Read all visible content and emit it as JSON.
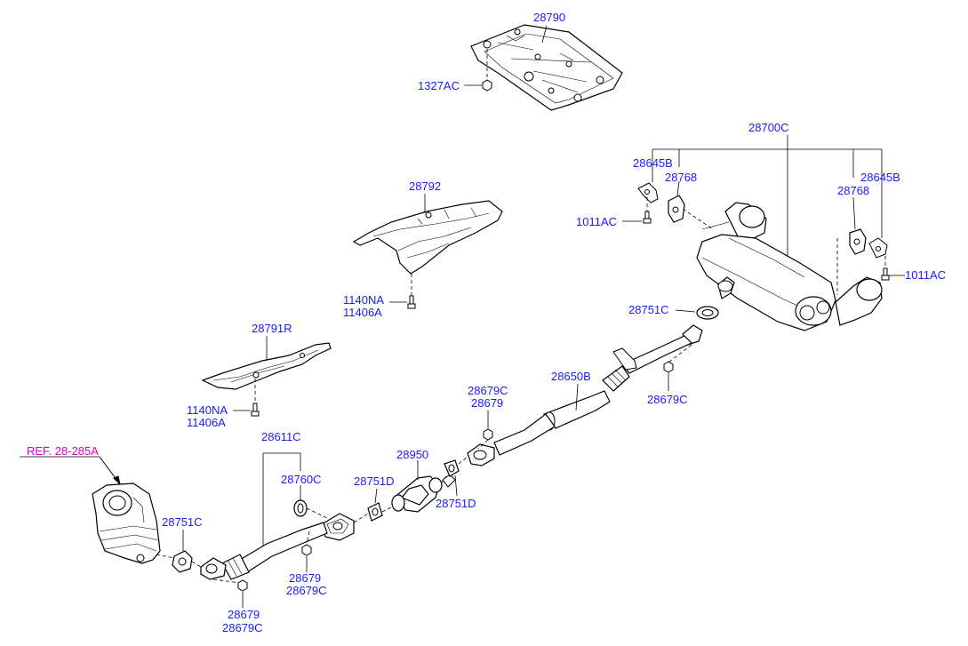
{
  "diagram": {
    "reference": "REF. 28-285A",
    "labels": {
      "heat_protector_upper": "28790",
      "nut_upper": "1327AC",
      "muffler_assy": "28700C",
      "hanger_bracket_left": "28645B",
      "hanger_rubber_left": "28768",
      "bolt_left": "1011AC",
      "heat_protector_center": "28792",
      "hanger_rubber_right": "28768",
      "hanger_bracket_right": "28645B",
      "bolt_right": "1011AC",
      "bolt_center_a": "1140NA",
      "bolt_center_b": "11406A",
      "gasket_rear": "28751C",
      "heat_protector_front": "28791R",
      "nut_rear_pipe": "28679C",
      "bolt_front_a": "1140NA",
      "bolt_front_b": "11406A",
      "center_pipe": "28650B",
      "nut_center_a": "28679C",
      "nut_center_b": "28679",
      "front_pipe": "28611C",
      "cat_converter": "28950",
      "ring_front_pipe": "28760C",
      "gasket_cat_left": "28751D",
      "gasket_cat_right": "28751D",
      "gasket_manifold": "28751C",
      "nut_front_a": "28679",
      "nut_front_b": "28679C",
      "nut_bottom_a": "28679",
      "nut_bottom_b": "28679C"
    }
  }
}
